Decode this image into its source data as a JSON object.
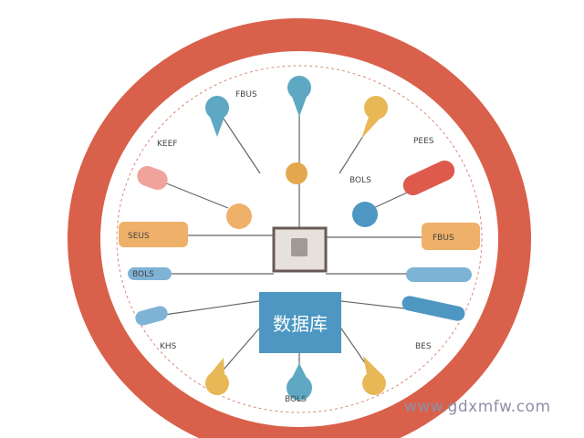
{
  "colors": {
    "ring": "#d9604a",
    "teal": "#5fa8c4",
    "yellow": "#e8b857",
    "orange": "#efb06a",
    "red": "#dd5a4d",
    "blue": "#7fb3d6",
    "center_box": "#4d97c2"
  },
  "center": {
    "title": "数据库",
    "monitor_icon": "monitor-icon"
  },
  "labels": {
    "top": "FBUS",
    "top_left": "KEEF",
    "top_right": "PEES",
    "mid_left_orange": "SEUS",
    "mid_right_orange": "FBUS",
    "right_red_label": "BOLS",
    "left_blue": "BOLS",
    "bottom_left": "KHS",
    "bottom_center": "BOLS",
    "bottom_right": "BES"
  },
  "watermark": "www.gdxmfw.com"
}
